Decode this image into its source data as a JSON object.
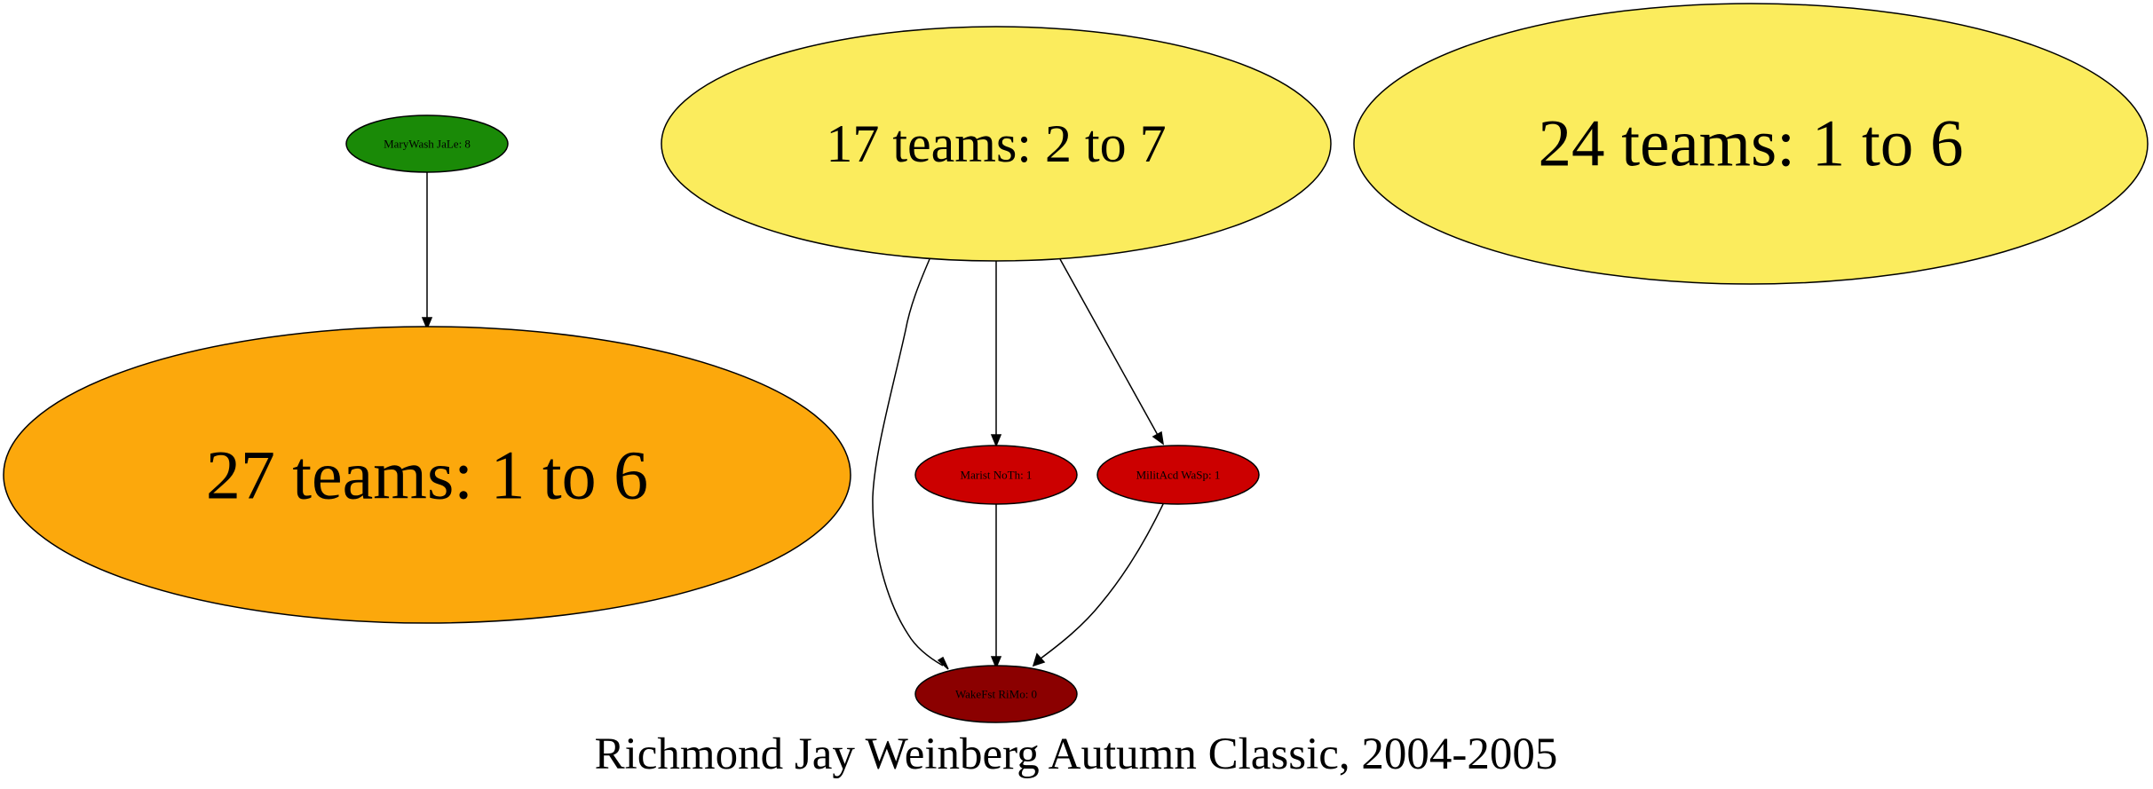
{
  "graph": {
    "caption": "Richmond Jay Weinberg Autumn Classic, 2004-2005",
    "nodes": {
      "marywash": {
        "label": "MaryWash JaLe: 8",
        "fill": "#1a8a07"
      },
      "seventeen": {
        "label": "17 teams: 2 to 7",
        "fill": "#fbec5d"
      },
      "twentyfour": {
        "label": "24 teams: 1 to 6",
        "fill": "#fbec5d"
      },
      "twentyseven": {
        "label": "27 teams: 1 to 6",
        "fill": "#fca80c"
      },
      "marist": {
        "label": "Marist NoTh: 1",
        "fill": "#cc0000"
      },
      "milit": {
        "label": "MilitAcd WaSp: 1",
        "fill": "#cc0000"
      },
      "wakefst": {
        "label": "WakeFst RiMo: 0",
        "fill": "#8b0000"
      }
    },
    "edges": [
      {
        "from": "marywash",
        "to": "twentyseven"
      },
      {
        "from": "seventeen",
        "to": "wakefst"
      },
      {
        "from": "seventeen",
        "to": "marist"
      },
      {
        "from": "seventeen",
        "to": "milit"
      },
      {
        "from": "marist",
        "to": "wakefst"
      },
      {
        "from": "milit",
        "to": "wakefst"
      }
    ]
  }
}
